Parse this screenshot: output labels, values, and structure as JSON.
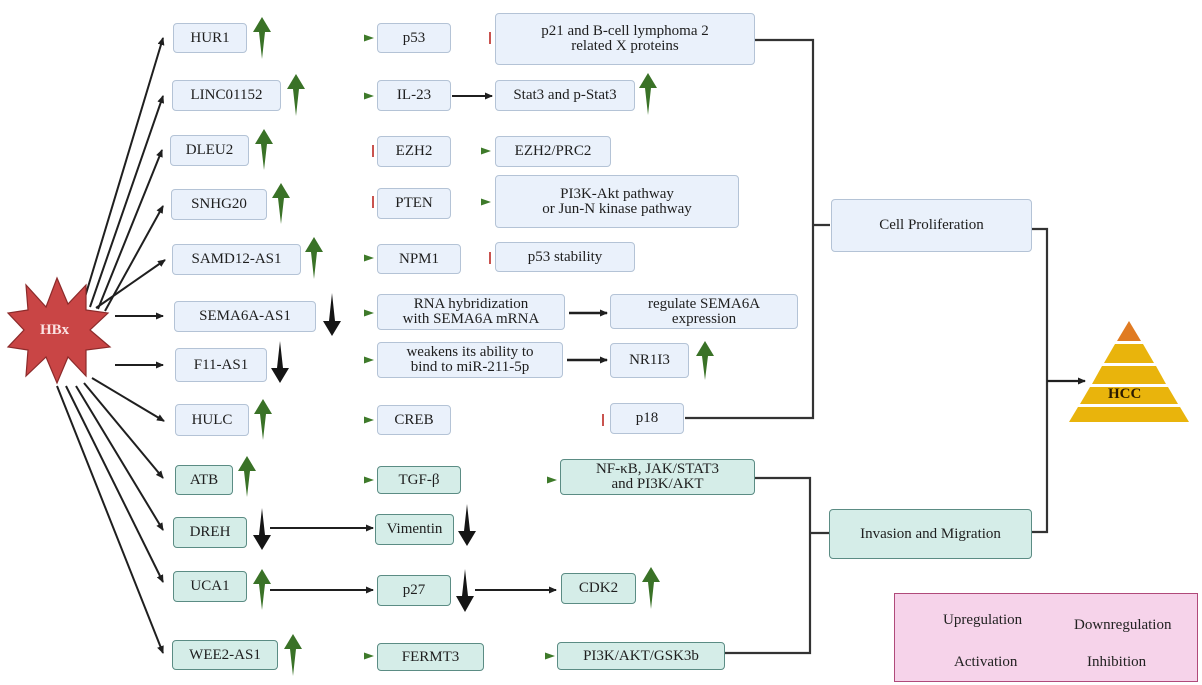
{
  "source": {
    "label": "HBx",
    "icon": "starburst"
  },
  "outcome": {
    "label": "HCC",
    "icon": "pyramid"
  },
  "colors": {
    "activation": "#3e7a2a",
    "inhibition": "#c9534f",
    "upregulation": "#3a7227",
    "downregulation": "#151515",
    "proliferation_box": "#eaf1fb",
    "invasion_box": "#d5ede8",
    "hbx": "#c94545",
    "hcc_layers": "#e9b40c",
    "hcc_apex": "#e07b22",
    "legend_bg": "#f6d3ea"
  },
  "rows": [
    {
      "lncrna": "HUR1",
      "regulation": "up",
      "nodes": [
        "p53",
        "p21 and B-cell lymphoma 2 related X proteins"
      ],
      "links": [
        "activation",
        "inhibition"
      ],
      "target_regulation": null
    },
    {
      "lncrna": "LINC01152",
      "regulation": "up",
      "nodes": [
        "IL-23",
        "Stat3 and p-Stat3"
      ],
      "links": [
        "activation",
        "neutral"
      ],
      "target_regulation": "up"
    },
    {
      "lncrna": "DLEU2",
      "regulation": "up",
      "nodes": [
        "EZH2",
        "EZH2/PRC2"
      ],
      "links": [
        "inhibition",
        "activation"
      ],
      "target_regulation": null
    },
    {
      "lncrna": "SNHG20",
      "regulation": "up",
      "nodes": [
        "PTEN",
        "PI3K-Akt pathway or Jun-N kinase pathway"
      ],
      "links": [
        "inhibition",
        "activation"
      ],
      "target_regulation": null
    },
    {
      "lncrna": "SAMD12-AS1",
      "regulation": "up",
      "nodes": [
        "NPM1",
        "p53 stability"
      ],
      "links": [
        "activation",
        "inhibition"
      ],
      "target_regulation": null
    },
    {
      "lncrna": "SEMA6A-AS1",
      "regulation": "down",
      "nodes": [
        "RNA hybridization with SEMA6A mRNA",
        "regulate SEMA6A expression"
      ],
      "links": [
        "activation",
        "neutral"
      ],
      "target_regulation": null
    },
    {
      "lncrna": "F11-AS1",
      "regulation": "down",
      "nodes": [
        "weakens its ability to bind to miR-211-5p",
        "NR1I3"
      ],
      "links": [
        "activation",
        "neutral"
      ],
      "target_regulation": "up"
    },
    {
      "lncrna": "HULC",
      "regulation": "up",
      "nodes": [
        "CREB",
        "p18"
      ],
      "links": [
        "activation",
        "inhibition"
      ],
      "target_regulation": null
    },
    {
      "lncrna": "ATB",
      "regulation": "up",
      "nodes": [
        "TGF-β",
        "NF-κB, JAK/STAT3 and PI3K/AKT"
      ],
      "links": [
        "activation",
        "activation"
      ],
      "target_regulation": null
    },
    {
      "lncrna": "DREH",
      "regulation": "down",
      "nodes": [
        "Vimentin"
      ],
      "links": [
        "neutral"
      ],
      "target_regulation": "down"
    },
    {
      "lncrna": "UCA1",
      "regulation": "up",
      "nodes": [
        "p27",
        "CDK2"
      ],
      "links": [
        "neutral",
        "neutral"
      ],
      "mid_regulation": "down",
      "target_regulation": "up"
    },
    {
      "lncrna": "WEE2-AS1",
      "regulation": "up",
      "nodes": [
        "FERMT3",
        "PI3K/AKT/GSK3b"
      ],
      "links": [
        "activation",
        "activation"
      ],
      "target_regulation": null
    }
  ],
  "labels": {
    "r0_a": "HUR1",
    "r0_b": "p53",
    "r0_c1": "p21 and B-cell lymphoma 2",
    "r0_c2": "related X proteins",
    "r1_a": "LINC01152",
    "r1_b": "IL-23",
    "r1_c": "Stat3 and p-Stat3",
    "r2_a": "DLEU2",
    "r2_b": "EZH2",
    "r2_c": "EZH2/PRC2",
    "r3_a": "SNHG20",
    "r3_b": "PTEN",
    "r3_c1": "PI3K-Akt pathway",
    "r3_c2": "or Jun-N kinase pathway",
    "r4_a": "SAMD12-AS1",
    "r4_b": "NPM1",
    "r4_c": "p53 stability",
    "r5_a": "SEMA6A-AS1",
    "r5_b1": "RNA hybridization",
    "r5_b2": "with SEMA6A mRNA",
    "r5_c1": "regulate SEMA6A",
    "r5_c2": "expression",
    "r6_a": "F11-AS1",
    "r6_b1": "weakens its ability to",
    "r6_b2": "bind to miR-211-5p",
    "r6_c": "NR1I3",
    "r7_a": "HULC",
    "r7_b": "CREB",
    "r7_c": "p18",
    "r8_a": "ATB",
    "r8_b": "TGF-β",
    "r8_c1": "NF-κB, JAK/STAT3",
    "r8_c2": "and PI3K/AKT",
    "r9_a": "DREH",
    "r9_b": "Vimentin",
    "r10_a": "UCA1",
    "r10_b": "p27",
    "r10_c": "CDK2",
    "r11_a": "WEE2-AS1",
    "r11_b": "FERMT3",
    "r11_c": "PI3K/AKT/GSK3b"
  },
  "groups": {
    "proliferation": "Cell Proliferation",
    "invasion": "Invasion and Migration"
  },
  "legend": {
    "upregulation": "Upregulation",
    "downregulation": "Downregulation",
    "activation": "Activation",
    "inhibition": "Inhibition"
  }
}
